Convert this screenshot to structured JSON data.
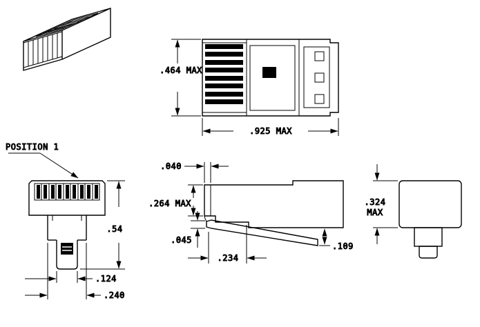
{
  "page": {
    "background": "#ffffff",
    "line_color": "#000000"
  },
  "callouts": {
    "position_1": "POSITION 1"
  },
  "dimensions": {
    "top_view_width": ".464 MAX",
    "top_view_length": ".925 MAX",
    "front_view_height": ".54",
    "front_view_tip_width": ".124",
    "front_view_body_width": ".240",
    "side_view_contact_offset": ".040",
    "side_view_body_height": ".264 MAX",
    "side_view_latch_thickness": ".045",
    "side_view_latch_length": ".234",
    "side_view_latch_drop": ".109",
    "end_view_height_value": ".324",
    "end_view_height_suffix": "MAX"
  }
}
